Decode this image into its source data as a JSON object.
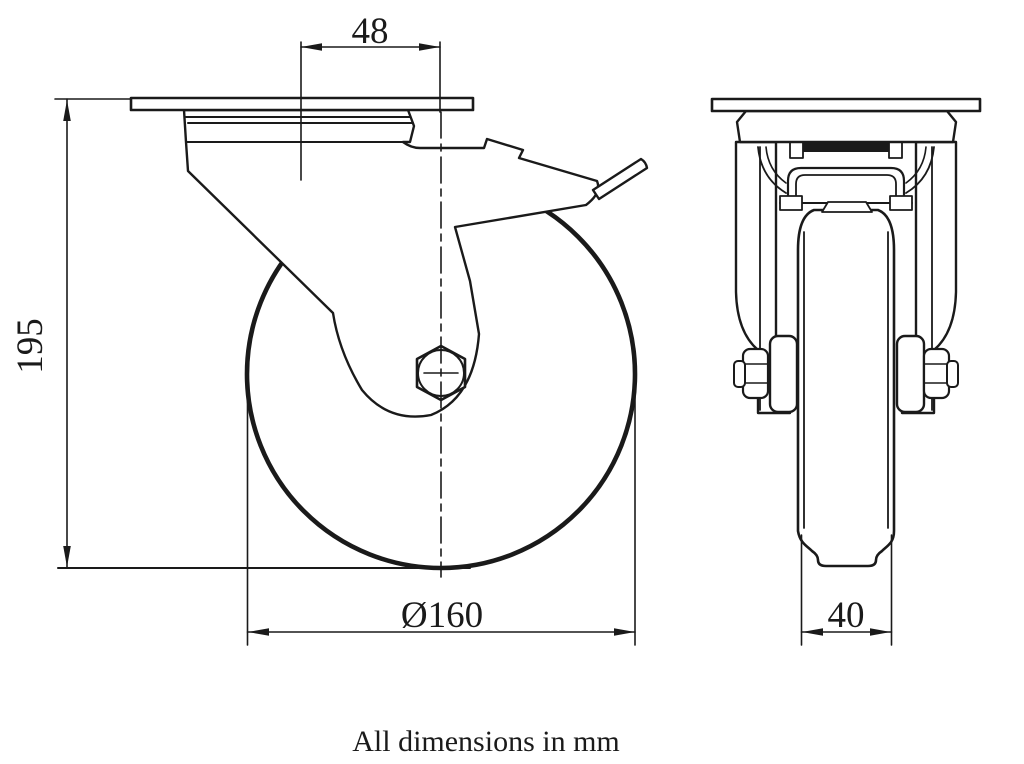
{
  "drawing": {
    "note": "All dimensions in mm",
    "dimensions": {
      "plate_to_axis": "48",
      "overall_height": "195",
      "wheel_diameter": "Ø160",
      "wheel_width": "40"
    },
    "colors": {
      "line": "#1a1a1a",
      "background": "#ffffff"
    }
  }
}
